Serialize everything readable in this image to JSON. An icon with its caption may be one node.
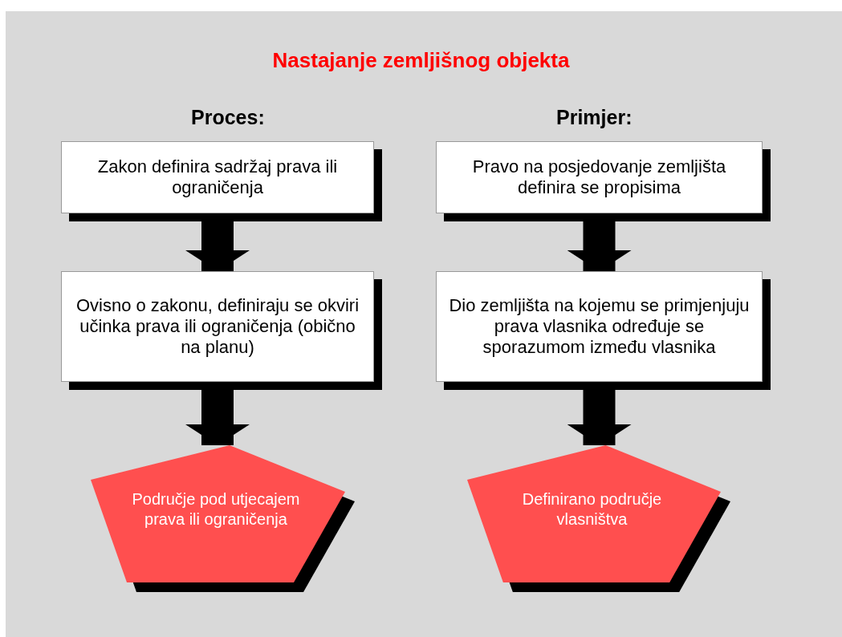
{
  "diagram": {
    "title": "Nastajanje zemljišnog objekta",
    "nodes": [
      {
        "text": [
          "Zakon definira sadržaj prava ili ograničenja"
        ]
      },
      {
        "text": [
          "Pravo na posjedovanje zemljišta definira se propisima"
        ]
      },
      {
        "text": [
          "Ovisno o zakonu, definiraju se okviri učinka prava ili ograničenja (obično na planu)"
        ]
      },
      {
        "text": [
          "Dio zemljišta na kojemu se primjenjuju prava vlasnika određuje se sporazumom između vlasnika"
        ]
      },
      {
        "text": [
          "Područje pod utjecajem prava ili ograničenja"
        ]
      },
      {
        "text": [
          "Definirano područje vlasništva"
        ]
      }
    ],
    "edges": [
      {
        "from": 0,
        "to": 2,
        "arrow": "to"
      },
      {
        "from": 2,
        "to": 4,
        "arrow": "to"
      },
      {
        "from": 1,
        "to": 3,
        "arrow": "to"
      },
      {
        "from": 3,
        "to": 5,
        "arrow": "to"
      }
    ],
    "labels": [
      "Proces:",
      "Primjer:"
    ]
  }
}
